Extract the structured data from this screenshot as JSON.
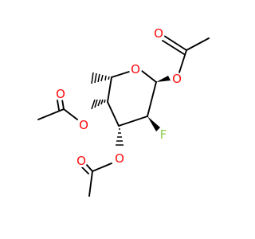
{
  "colors": {
    "bond": "#000000",
    "oxygen": "#ff0d0d",
    "fluorine": "#8fcf50",
    "background": "#ffffff"
  },
  "atoms": {
    "ring_oxygen": {
      "label": "O",
      "color": "#ff0d0d"
    },
    "c1_ester_oxygen": {
      "label": "O",
      "color": "#ff0d0d"
    },
    "c1_carbonyl_oxygen": {
      "label": "O",
      "color": "#ff0d0d"
    },
    "fluorine": {
      "label": "F",
      "color": "#8fcf50"
    },
    "c3_ester_oxygen": {
      "label": "O",
      "color": "#ff0d0d"
    },
    "c3_carbonyl_oxygen": {
      "label": "O",
      "color": "#ff0d0d"
    },
    "c4_ester_oxygen": {
      "label": "O",
      "color": "#ff0d0d"
    },
    "c4_carbonyl_oxygen": {
      "label": "O",
      "color": "#ff0d0d"
    }
  }
}
